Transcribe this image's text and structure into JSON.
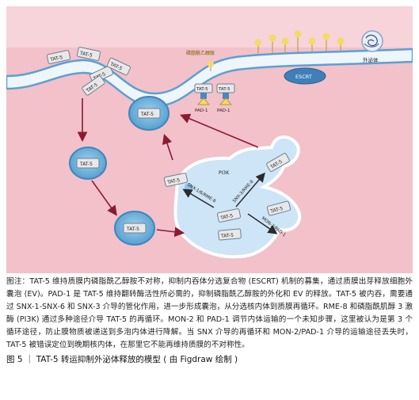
{
  "diagram": {
    "tat5_label": "TAT-5",
    "lipid_label": "磷脂酰乙醇胺",
    "exosome_label": "外泌体",
    "escrt_label": "ESCRT",
    "pad1_label": "PAD-1",
    "pi3k_label": "PI3K",
    "snx1_rme8_label": "SNX-1/6/RME-8",
    "snx3_rme8_label": "SNX-3/RME-8",
    "mon2_pad1_label": "MON-2/PAD-1",
    "colors": {
      "background": "#f3c1c9",
      "membrane": "#5aa0d4",
      "membrane_fill": "#eef6fc",
      "vesicle": "#6fb3dc",
      "endosome": "#cde5f6",
      "arrow": "#8b1a33",
      "lipid": "#f2dc66"
    }
  },
  "caption": {
    "body": "图注：TAT-5 维持质膜内磷脂酰乙醇胺不对称，抑制内吞体分选复合物 (ESCRT) 机制的募集，通过质膜出芽释放细胞外囊泡 (EV)。PAD-1 是 TAT-5 维持翻转酶活性所必需的，抑制磷脂酰乙醇胺的外化和 EV 的释放。TAT-5 被内吞，需要通过 SNX-1-SNX-6 和 SNX-3 介导的管化作用，进一步形成囊泡，从分选核内体到质膜再循环。RME-8 和磷脂酰肌醇 3 激酶 (PI3K) 通过多种途径介导 TAT-5 的再循环。MON-2 和 PAD-1 调节内体运输的一个未知步骤，这里被认为是第 3 个循环途径，防止膜物质被递送到多泡内体进行降解。当 SNX 介导的再循环和 MON-2/PAD-1 介导的运输途径丢失时，TAT-5 被错误定位到晚期核内体，在那里它不能再维持质膜的不对称性。",
    "title": "图 5 ｜ TAT-5 转运抑制外泌体释放的模型 ( 由 Figdraw 绘制 )"
  }
}
